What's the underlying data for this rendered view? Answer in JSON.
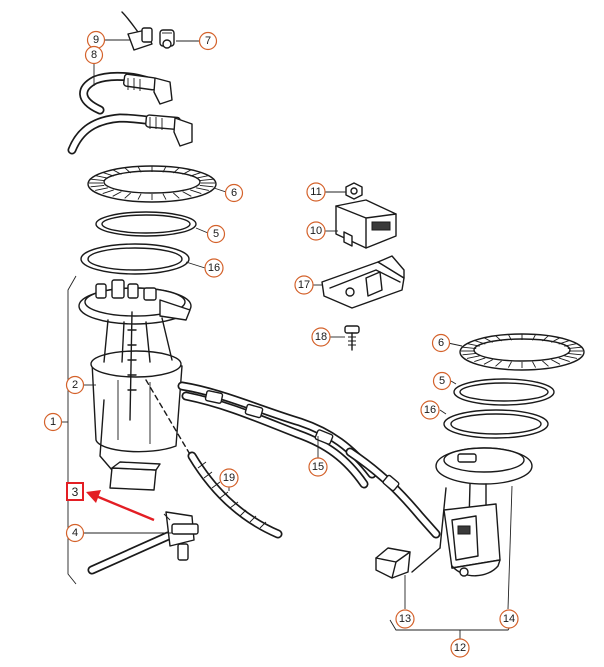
{
  "callouts": {
    "c1": "1",
    "c2": "2",
    "c3": "3",
    "c4": "4",
    "c5a": "5",
    "c5b": "5",
    "c6a": "6",
    "c6b": "6",
    "c7": "7",
    "c8": "8",
    "c9": "9",
    "c10": "10",
    "c11": "11",
    "c12": "12",
    "c13": "13",
    "c14": "14",
    "c15": "15",
    "c16a": "16",
    "c16b": "16",
    "c17": "17",
    "c18": "18",
    "c19": "19"
  },
  "highlight": {
    "part": "3",
    "color": "#e31e24"
  },
  "colors": {
    "callout_ring": "#d4622b",
    "ink": "#1a1a1a"
  }
}
